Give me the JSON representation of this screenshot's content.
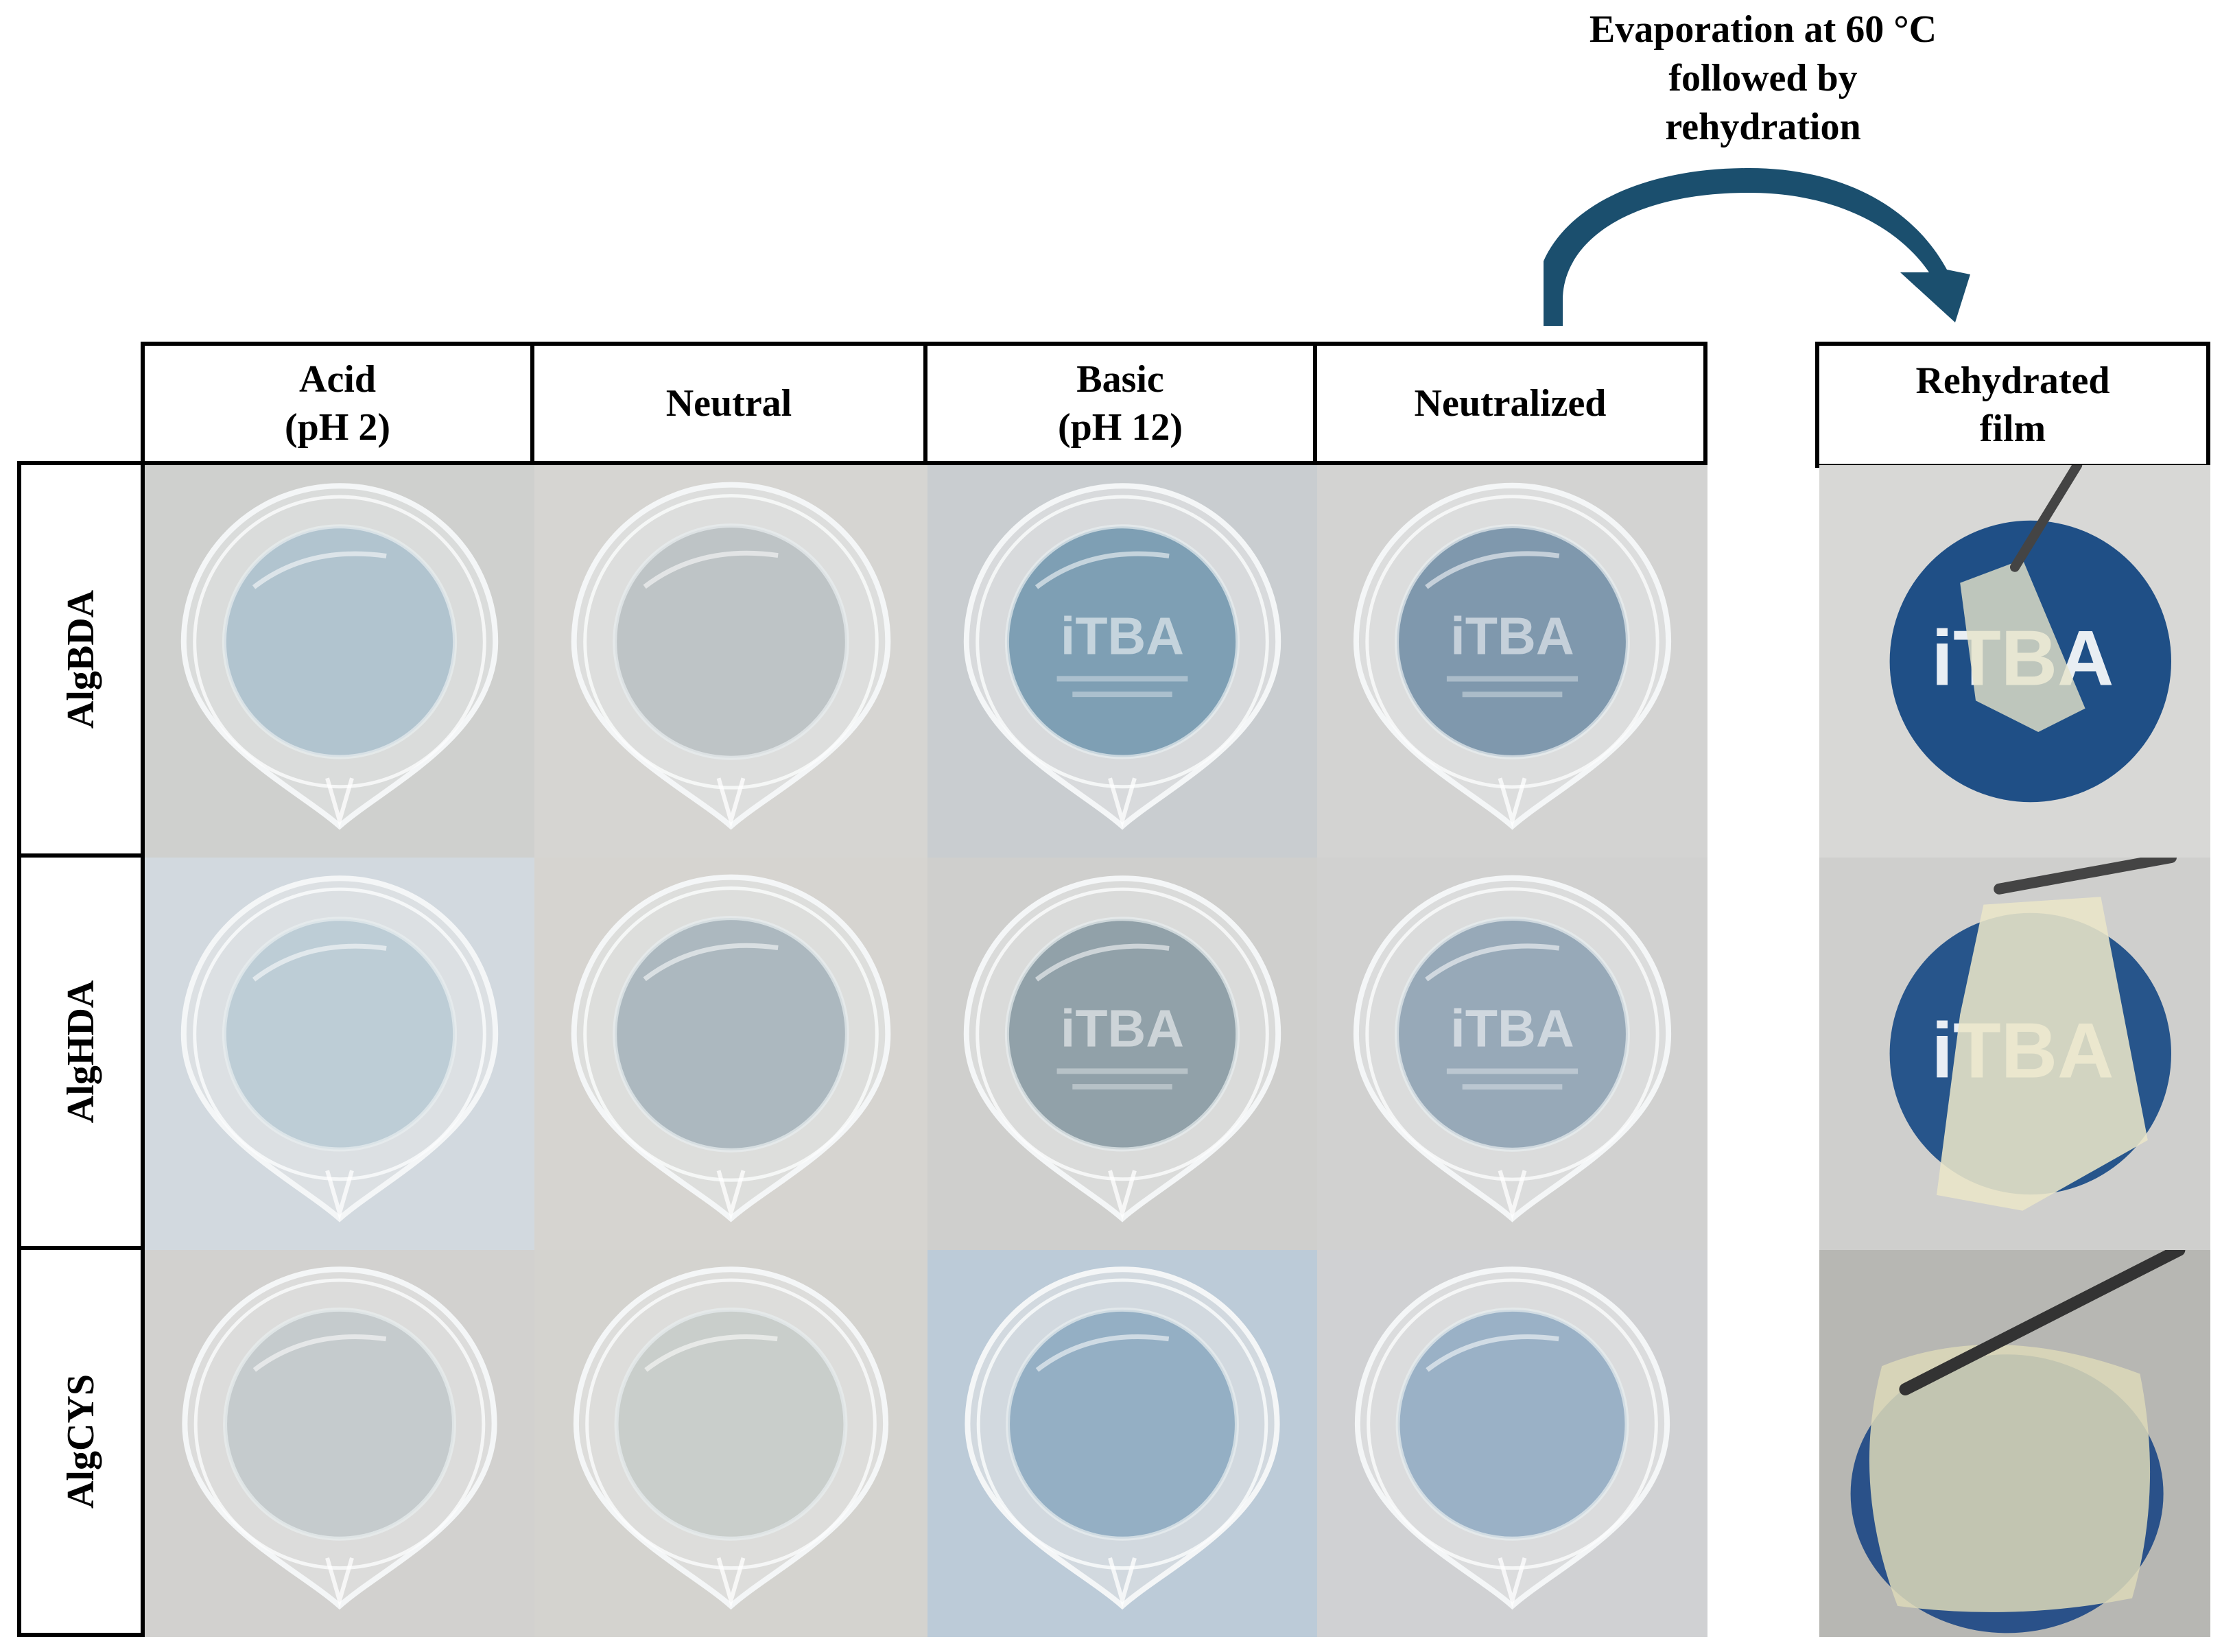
{
  "caption": [
    "Evaporation at 60 °C",
    "followed by",
    "rehydration"
  ],
  "columns": [
    {
      "id": "acid",
      "label": "Acid\n(pH 2)"
    },
    {
      "id": "neutral",
      "label": "Neutral"
    },
    {
      "id": "basic",
      "label": "Basic\n(pH 12)"
    },
    {
      "id": "neutralized",
      "label": "Neutralized"
    }
  ],
  "rehydrated_header": "Rehydrated\nfilm",
  "rows": [
    {
      "id": "algbda",
      "label": "AlgBDA",
      "cells": [
        {
          "bg": "#cfd0ce",
          "tint": "#a9bfcc",
          "logo": false
        },
        {
          "bg": "#d6d5d2",
          "tint": "#b8bfc2",
          "logo": false
        },
        {
          "bg": "#c9cdd0",
          "tint": "#6f94ad",
          "logo": true
        },
        {
          "bg": "#d3d3d2",
          "tint": "#6f8ca4",
          "logo": true
        }
      ],
      "film": {
        "bg": "#d8d8d6",
        "disc": "#1f4f86",
        "film": "#e6e3c9"
      }
    },
    {
      "id": "alghda",
      "label": "AlgHDA",
      "cells": [
        {
          "bg": "#d2d9df",
          "tint": "#b7c9d4",
          "logo": false
        },
        {
          "bg": "#d6d4d0",
          "tint": "#a3b2ba",
          "logo": false
        },
        {
          "bg": "#cfcfcd",
          "tint": "#8496a0",
          "logo": true
        },
        {
          "bg": "#d1d1d0",
          "tint": "#8ba0b2",
          "logo": true
        }
      ],
      "film": {
        "bg": "#cfcfcd",
        "disc": "#27558b",
        "film": "#ebe6c8"
      }
    },
    {
      "id": "algcys",
      "label": "AlgCYS",
      "cells": [
        {
          "bg": "#d2d1cf",
          "tint": "#c1c8ca",
          "logo": false
        },
        {
          "bg": "#d4d3cf",
          "tint": "#c5cbc8",
          "logo": false
        },
        {
          "bg": "#bccbd8",
          "tint": "#8aa7bf",
          "logo": false
        },
        {
          "bg": "#d0d1d3",
          "tint": "#8ea9c2",
          "logo": false
        }
      ],
      "film": {
        "bg": "#b7b7b3",
        "disc": "#2a5189",
        "film": "#ddd9b8"
      }
    }
  ],
  "arrow_color": "#1b4f6e"
}
